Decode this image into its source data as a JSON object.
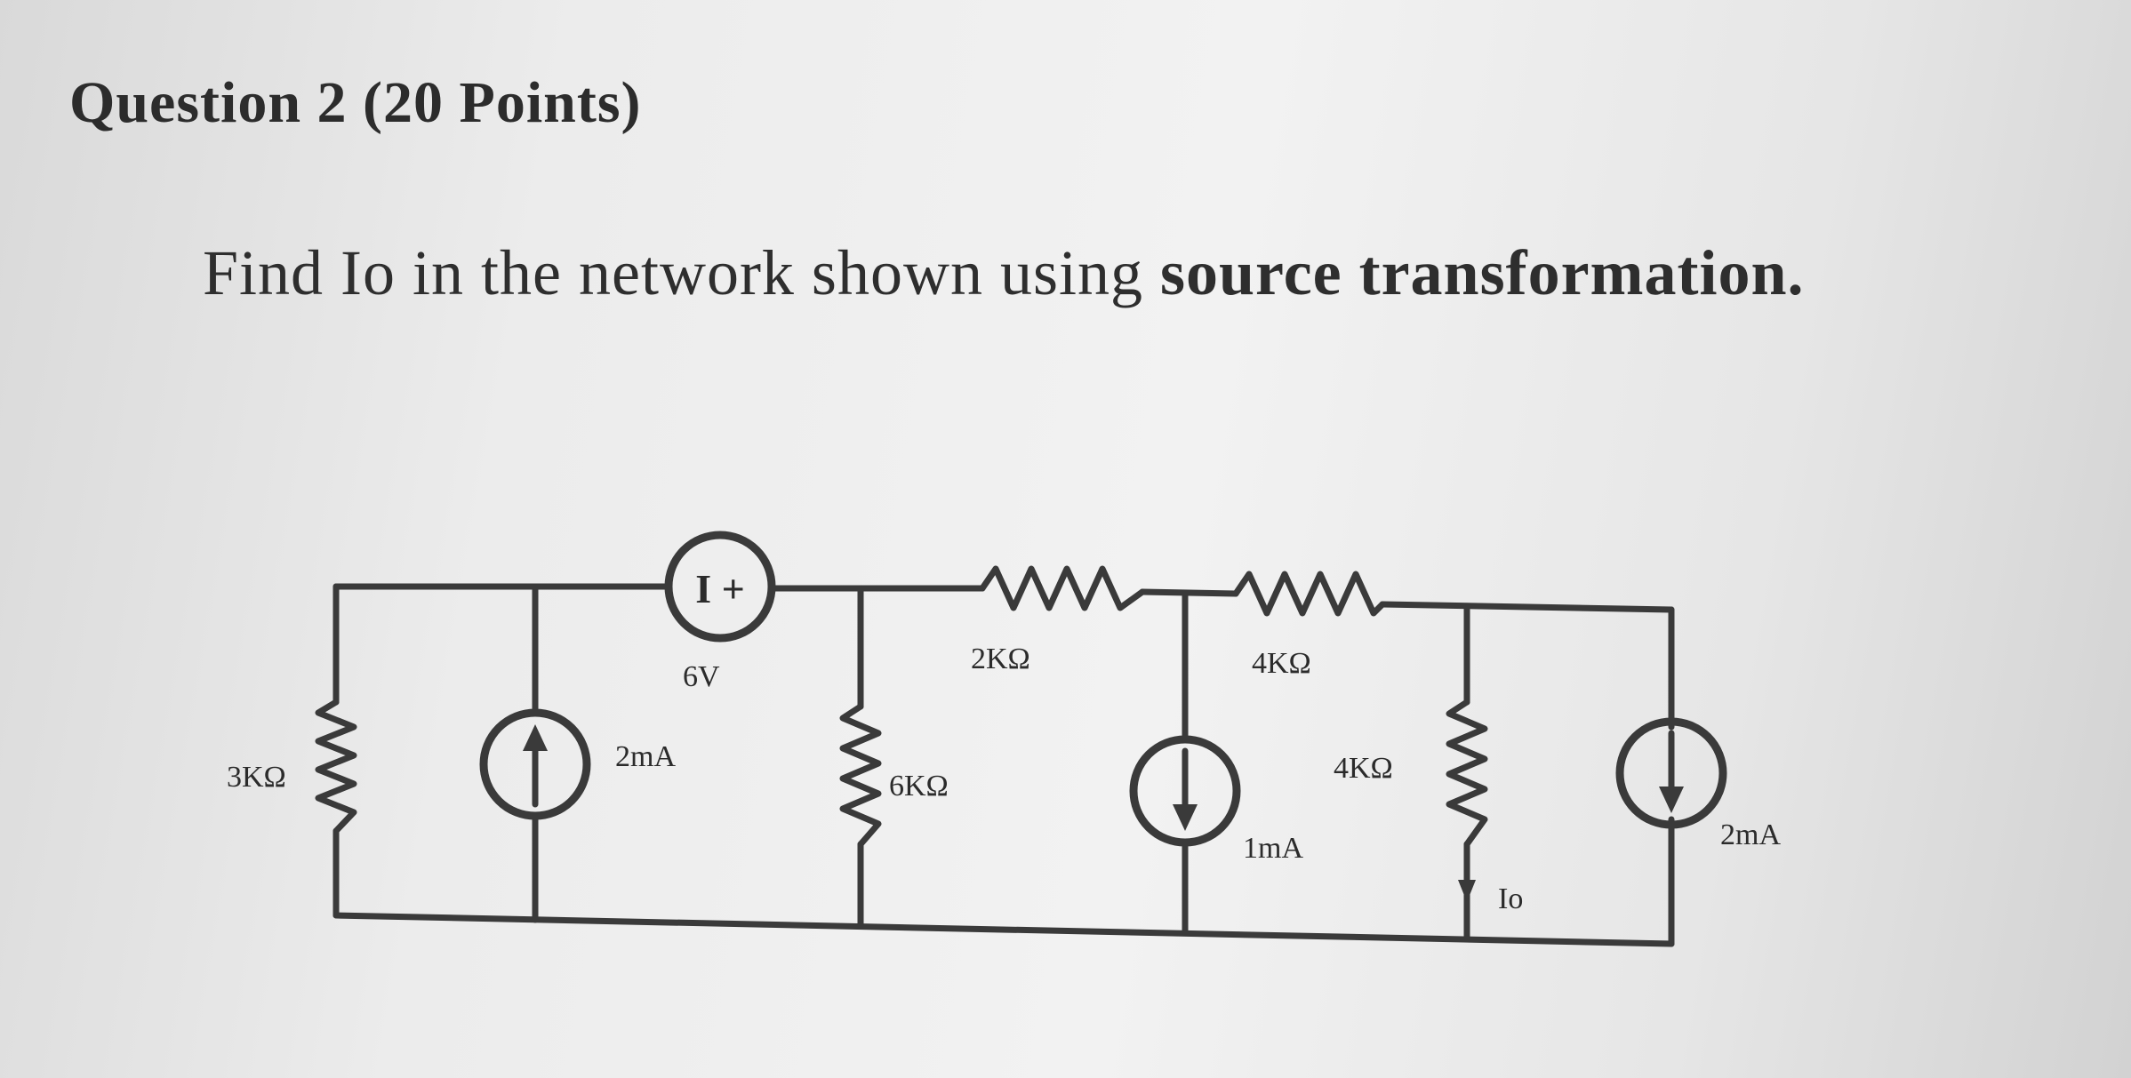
{
  "question": {
    "heading": "Question 2 (20 Points)",
    "prompt_plain": "Find Io in the network shown using ",
    "prompt_emphasis": "source transformation."
  },
  "circuit": {
    "components": [
      {
        "id": "r-left",
        "kind": "resistor",
        "label": "3KΩ"
      },
      {
        "id": "i-source-up",
        "kind": "current-source",
        "direction": "up",
        "label": "2mA"
      },
      {
        "id": "v-source",
        "kind": "voltage-source",
        "polarity_text": "I +",
        "label": "6V"
      },
      {
        "id": "r-mid",
        "kind": "resistor",
        "label": "6KΩ"
      },
      {
        "id": "r-top-1",
        "kind": "resistor",
        "label": "2KΩ"
      },
      {
        "id": "r-top-2",
        "kind": "resistor",
        "label": "4KΩ"
      },
      {
        "id": "i-source-down",
        "kind": "current-source",
        "direction": "down",
        "label": "1mA"
      },
      {
        "id": "r-right",
        "kind": "resistor",
        "label": "4KΩ"
      },
      {
        "id": "i-source-right",
        "kind": "current-source",
        "direction": "down",
        "label": "2mA"
      }
    ],
    "output_label": "Io"
  }
}
